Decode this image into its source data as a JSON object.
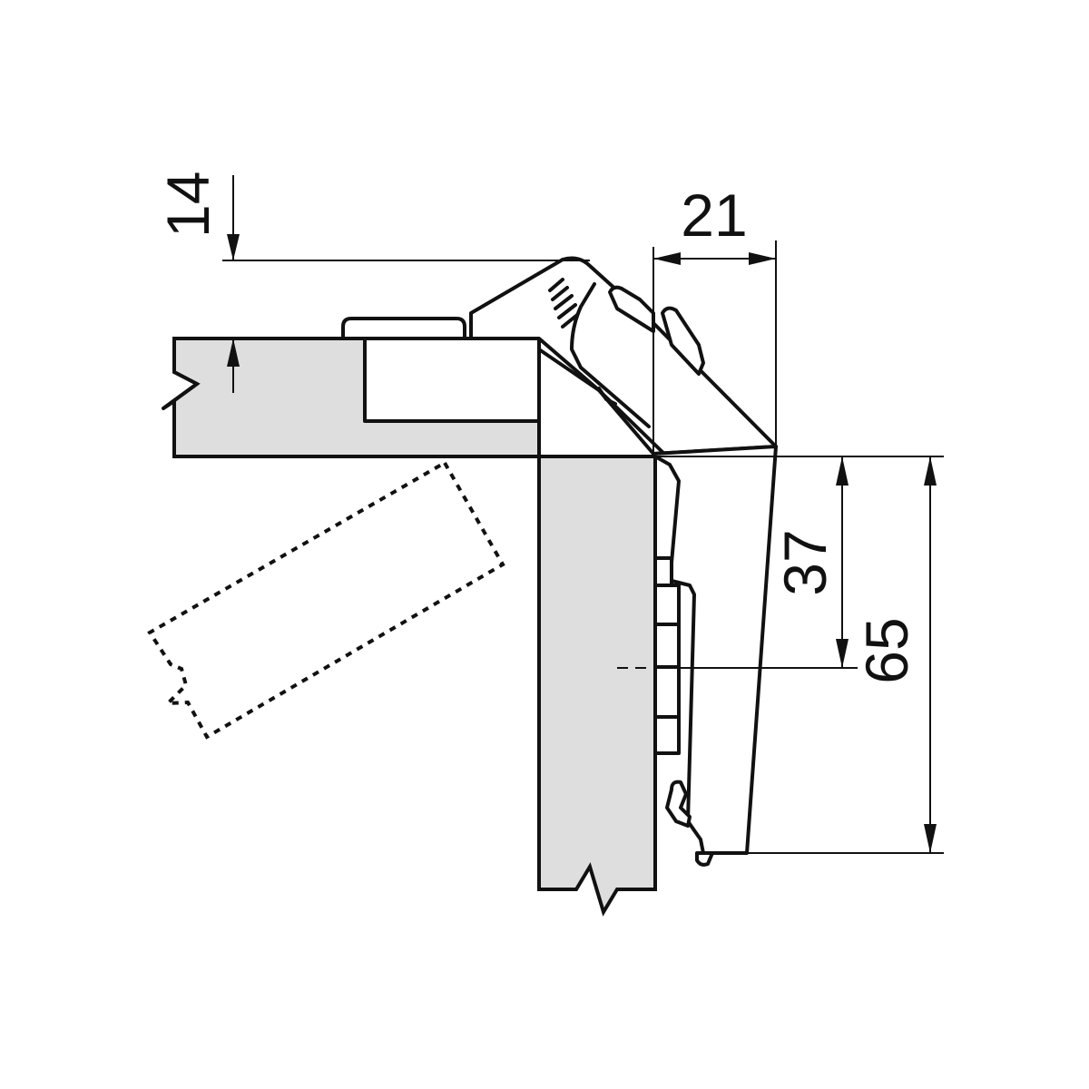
{
  "dimensions": {
    "overlay_top": "14",
    "hinge_depth": "21",
    "cup_distance": "37",
    "total_height": "65"
  }
}
